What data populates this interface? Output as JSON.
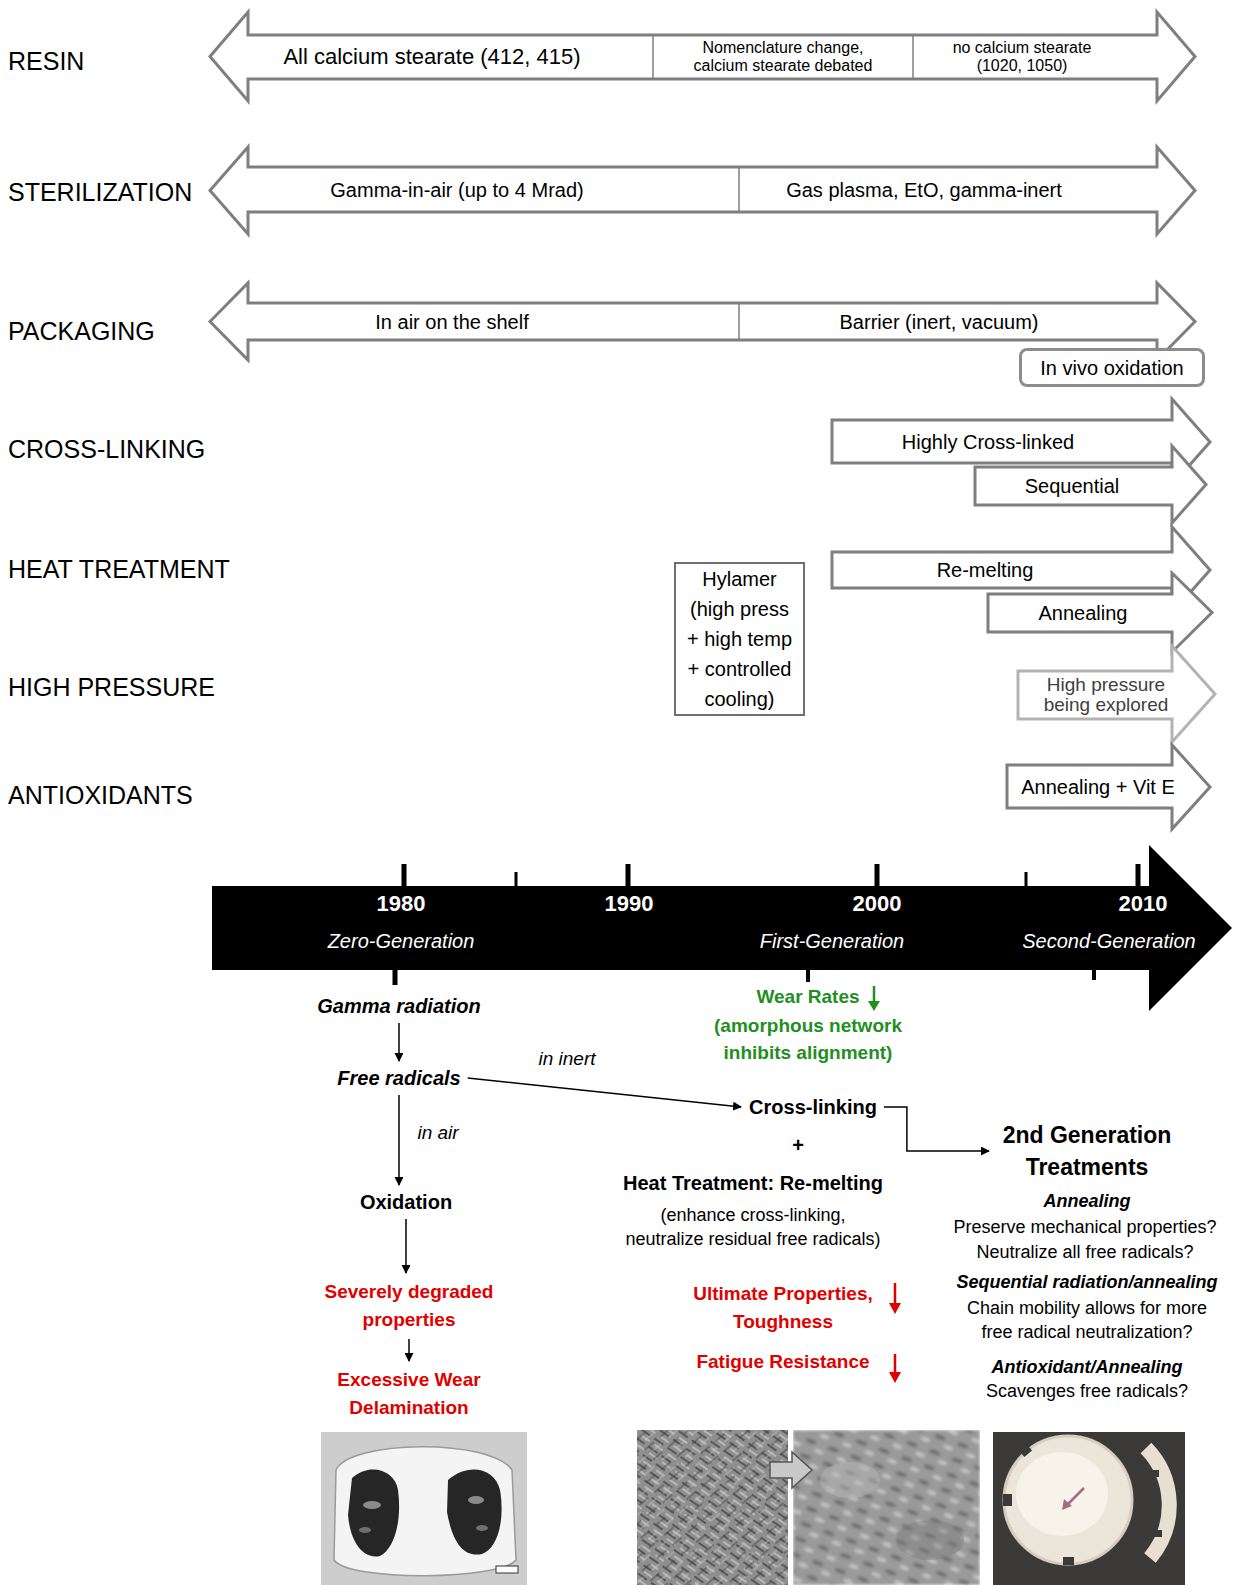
{
  "diagram": {
    "nodes": [
      {
        "text": [
          "All calcium stearate (412, 415)",
          "Nomenclature change, calcium stearate debated",
          "no calcium stearate (1020, 1050)"
        ]
      },
      {
        "text": [
          "Gamma-in-air (up to 4 Mrad)",
          "Gas plasma, EtO, gamma-inert"
        ]
      },
      {
        "text": [
          "In air on the shelf",
          "Barrier (inert, vacuum)"
        ]
      },
      {
        "text": [
          "In vivo oxidation"
        ]
      },
      {
        "text": [
          "Highly Cross-linked"
        ]
      },
      {
        "text": [
          "Sequential"
        ]
      },
      {
        "text": [
          "Hylamer (high press + high temp + controlled cooling)"
        ]
      },
      {
        "text": [
          "Re-melting"
        ]
      },
      {
        "text": [
          "Annealing"
        ]
      },
      {
        "text": [
          "High pressure being explored"
        ]
      },
      {
        "text": [
          "Annealing + Vit E"
        ]
      },
      {
        "text": [
          "1980",
          "Zero-Generation",
          "1990",
          "2000",
          "First-Generation",
          "2010",
          "Second-Generation"
        ]
      },
      {
        "text": [
          "Gamma radiation"
        ]
      },
      {
        "text": [
          "Free radicals"
        ]
      },
      {
        "text": [
          "Oxidation"
        ]
      },
      {
        "text": [
          "Severely degraded properties"
        ]
      },
      {
        "text": [
          "Excessive Wear Delamination"
        ]
      },
      {
        "text": [
          "Cross-linking"
        ]
      },
      {
        "text": [
          "2nd Generation Treatments"
        ]
      }
    ],
    "edges": [
      {
        "from": 12,
        "to": 13,
        "arrow": "to"
      },
      {
        "from": 13,
        "to": 14,
        "label": "in air",
        "arrow": "to"
      },
      {
        "from": 14,
        "to": 15,
        "arrow": "to"
      },
      {
        "from": 15,
        "to": 16,
        "arrow": "to"
      },
      {
        "from": 13,
        "to": 17,
        "label": "in inert",
        "arrow": "to"
      },
      {
        "from": 17,
        "to": 18,
        "arrow": "to"
      }
    ],
    "labels": [
      "RESIN",
      "STERILIZATION",
      "PACKAGING",
      "CROSS-LINKING",
      "HEAT TREATMENT",
      "HIGH PRESSURE",
      "ANTIOXIDANTS",
      "Wear Rates",
      "(amorphous network inhibits alignment)",
      "+",
      "Heat Treatment: Re-melting",
      "(enhance cross-linking, neutralize residual free radicals)",
      "Ultimate Properties, Toughness",
      "Fatigue Resistance",
      "Annealing",
      "Preserve mechanical properties? Neutralize all free radicals?",
      "Sequential radiation/annealing",
      "Chain mobility allows for more free radical neutralization?",
      "Antioxidant/Annealing",
      "Scavenges free radicals?"
    ]
  }
}
